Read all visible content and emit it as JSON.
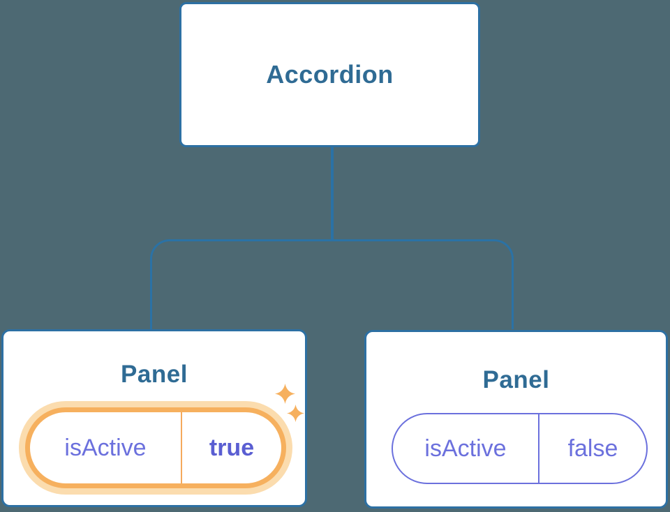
{
  "diagram": {
    "root": {
      "label": "Accordion"
    },
    "children": [
      {
        "title": "Panel",
        "prop": {
          "name": "isActive",
          "value": "true"
        },
        "active": true,
        "highlight_icon": "sparkles-icon"
      },
      {
        "title": "Panel",
        "prop": {
          "name": "isActive",
          "value": "false"
        },
        "active": false
      }
    ]
  },
  "colors": {
    "background": "#4d6973",
    "line-blue": "#2b72a5",
    "node-border-blue": "#2d70a3",
    "node-text-blue": "#2f6b94",
    "prop-purple": "#6b70dd",
    "prop-purple-bold": "#5a5ed2",
    "active-orange": "#f6b05e",
    "active-orange-glow": "#fbdcae",
    "active-divider-orange": "#f5a95c",
    "node-fill": "#ffffff"
  }
}
